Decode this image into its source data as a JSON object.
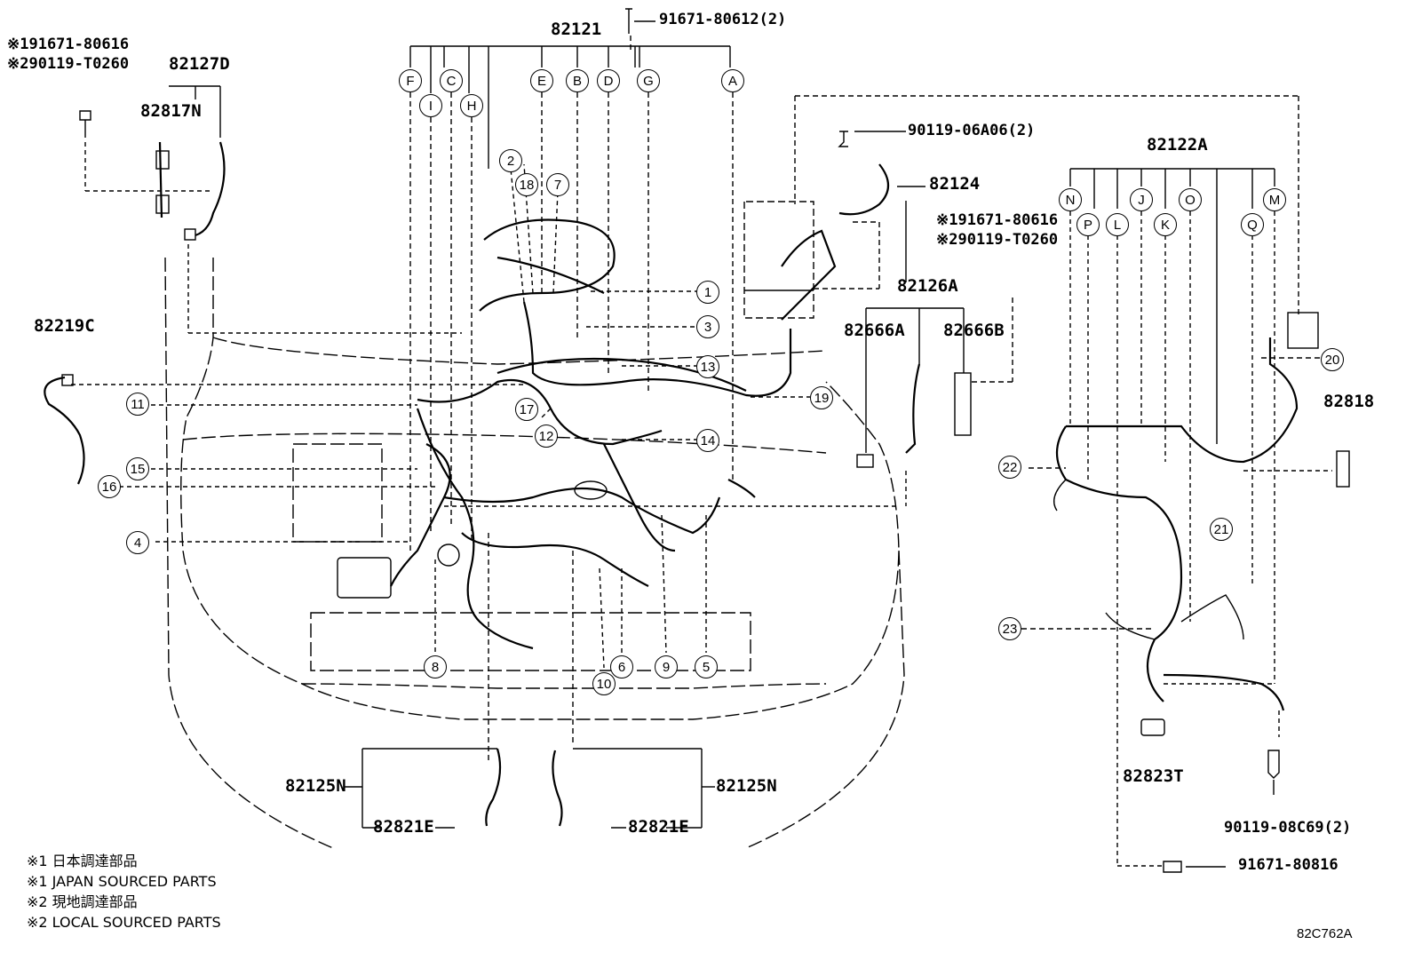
{
  "main_harness": {
    "part": "82121",
    "bolt": "91671-80612(2)"
  },
  "letter_callouts": [
    "F",
    "I",
    "C",
    "H",
    "E",
    "B",
    "D",
    "G",
    "A",
    "N",
    "P",
    "L",
    "J",
    "K",
    "O",
    "Q",
    "M"
  ],
  "left_harness": {
    "note1": "※191671-80616",
    "note2": "※290119-T0260",
    "part_a": "82127D",
    "part_b": "82817N",
    "part_c": "82219C"
  },
  "engine_room": {
    "bolt": "90119-06A06(2)",
    "part_a": "82124",
    "part_b": "82126A",
    "note1": "※191671-80616",
    "note2": "※290119-T0260",
    "part_c": "82666A",
    "part_d": "82666B"
  },
  "right_harness": {
    "part": "82122A",
    "part_b": "82818",
    "part_c": "82823T",
    "bolt_a": "90119-08C69(2)",
    "bolt_b": "91671-80816"
  },
  "bottom": {
    "part_a": "82125N",
    "part_b": "82821E",
    "part_c": "82125N",
    "part_d": "82821E"
  },
  "number_callouts": [
    "1",
    "2",
    "3",
    "4",
    "5",
    "6",
    "7",
    "8",
    "9",
    "10",
    "11",
    "12",
    "13",
    "14",
    "15",
    "16",
    "17",
    "18",
    "19",
    "20",
    "21",
    "22",
    "23"
  ],
  "legend": [
    "※1 日本調達部品",
    "※1 JAPAN SOURCED PARTS",
    "※2 現地調達部品",
    "※2 LOCAL SOURCED PARTS"
  ],
  "diagram_code": "82C762A"
}
